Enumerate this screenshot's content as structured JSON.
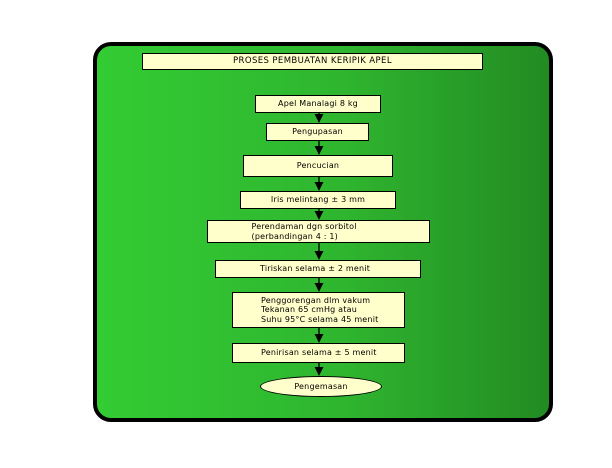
{
  "title": "PROSES PEMBUATAN KERIPIK APEL",
  "steps": [
    {
      "lines": [
        "Apel Manalagi 8 kg"
      ]
    },
    {
      "lines": [
        "Pengupasan"
      ]
    },
    {
      "lines": [
        "Pencucian"
      ]
    },
    {
      "lines": [
        "Iris melintang ± 3 mm"
      ]
    },
    {
      "lines": [
        "Perendaman dgn sorbitol",
        "(perbandingan 4 : 1)"
      ]
    },
    {
      "lines": [
        "Tiriskan selama ± 2 menit"
      ]
    },
    {
      "lines": [
        "Penggorengan dlm vakum",
        "Tekanan 65 cmHg atau",
        "Suhu 95°C selama 45 menit"
      ]
    },
    {
      "lines": [
        "Penirisan selama ± 5 menit"
      ]
    },
    {
      "lines": [
        "Pengemasan"
      ]
    }
  ],
  "colors": {
    "panel_light": "#33cc33",
    "panel_dark": "#228b22",
    "box_fill": "#ffffcc",
    "stroke": "#000000"
  }
}
